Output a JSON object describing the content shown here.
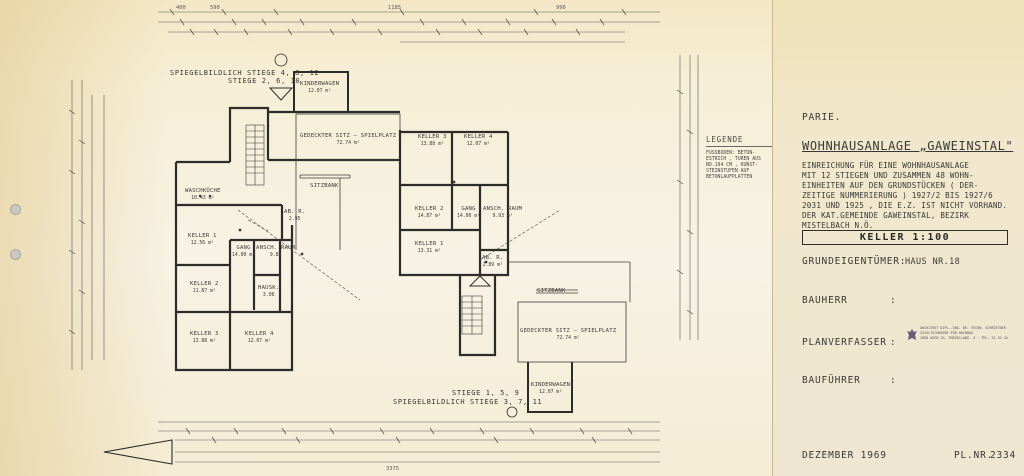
{
  "title_block": {
    "note": "PARIE.",
    "project": "WOHNHAUSANLAGE „GAWEINSTAL\"",
    "description": [
      "EINREICHUNG FÜR EINE WOHNHAUSANLAGE",
      "MIT 12 STIEGEN UND ZUSAMMEN  48 WOHN-",
      "EINHEITEN AUF DEN GRUNDSTÜCKEN ( DER-",
      "ZEITIGE NUMMERIERUNG )  1927/2 BIS 1927/6",
      "2031 UND 1925 , DIE E.Z. IST NICHT VORHAND.",
      "DER KAT.GEMEINDE GAWEINSTAL, BEZIRK",
      "MISTELBACH  N.Ö."
    ],
    "plan_label": "KELLER   1:100",
    "owner_label": "GRUNDEIGENTÜMER:",
    "owner_value": "HAUS NR.18",
    "builder_label": "BAUHERR",
    "planner_label": "PLANVERFASSER",
    "site_manager_label": "BAUFÜHRER",
    "colon": ":",
    "date": "DEZEMBER 1969",
    "plan_number_label": "PL.NR.",
    "plan_number": "2334",
    "architect_stamp": [
      "ARCHITEKT DIPL.-ING. DR. TECHN. SCHRÖTTNER",
      "ZIVILTECHNIKER  FÜR HOCHBAU",
      "1090 WIEN IX, PORZELLANG. 4 · TEL. 31 32 44"
    ]
  },
  "legend": {
    "title": "LEGENDE",
    "lines": [
      "FUSSBODEN: BETON-",
      "ESTRICH , TUREN AUS",
      "NO.194 CM , KUNST-",
      "STEINSTUFEN  AUF",
      "BETONLAUFPLATTEN"
    ]
  },
  "plan_labels": {
    "stair_top": "SPIEGELBILDLICH STIEGE  4, 8, 12",
    "stair_top_2": "STIEGE  2, 6, 10",
    "stair_bottom": "SPIEGELBILDLICH STIEGE  3, 7, 11",
    "stair_bottom_2": "STIEGE  1, 5, 9",
    "sitzbank": "SITZBANK",
    "sitzbank_2": "SITZBANK",
    "total_dimension": "3375",
    "top_dimension": "1185",
    "top_dimension_2": "990",
    "top_dimension_3": "590",
    "top_dimension_4": "400"
  },
  "rooms": [
    {
      "name": "KINDERWAGEN",
      "area": "12.07 m²"
    },
    {
      "name": "GEDECKTER  SITZ – SPIELPLATZ",
      "area": "72.74  m²"
    },
    {
      "name": "KELLER  3",
      "area": "13.88  m²"
    },
    {
      "name": "KELLER  4",
      "area": "12.07  m²"
    },
    {
      "name": "WASCHKÜCHE",
      "area": "10.43 m²"
    },
    {
      "name": "AB. R.",
      "area": "2.95"
    },
    {
      "name": "KELLER  2",
      "area": "14.87  m²"
    },
    {
      "name": "GANG",
      "area": "14.00 m²"
    },
    {
      "name": "ANSCH. RAUM",
      "area": "9.93 m²"
    },
    {
      "name": "KELLER  1",
      "area": "12.56 m²"
    },
    {
      "name": "GANG",
      "area": "14.00 m²"
    },
    {
      "name": "ANSCH. RAUM",
      "area": "9.83"
    },
    {
      "name": "KELLER  1",
      "area": "13.31  m²"
    },
    {
      "name": "AB. R.",
      "area": "2.89 m²"
    },
    {
      "name": "KELLER  2",
      "area": "11.87 m²"
    },
    {
      "name": "HAUSK.",
      "area": "3.06"
    },
    {
      "name": "KELLER  3",
      "area": "13.88 m²"
    },
    {
      "name": "KELLER  4",
      "area": "12.07 m²"
    },
    {
      "name": "GEDECKTER  SITZ – SPIELPLATZ",
      "area": "72.74  m²"
    },
    {
      "name": "KINDERWAGEN",
      "area": "12.07  m²"
    }
  ],
  "colors": {
    "paper": "#f6efd7",
    "ink": "#3a3836",
    "stain": "#e9d29a"
  }
}
